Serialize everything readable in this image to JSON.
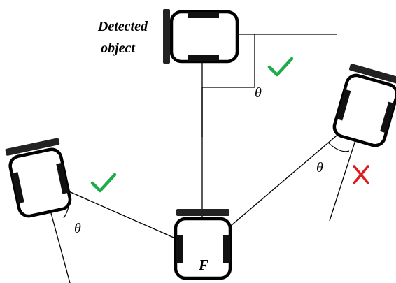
{
  "labels": {
    "detected_line1": "Detected",
    "detected_line2": "object",
    "focal": "F",
    "theta_top": "θ",
    "theta_left": "θ",
    "theta_right": "θ"
  },
  "marks": {
    "check_color": "#1faa4b",
    "cross_color": "#e01b1b"
  },
  "icons": {
    "valid": "check-mark-icon",
    "invalid": "cross-mark-icon"
  }
}
